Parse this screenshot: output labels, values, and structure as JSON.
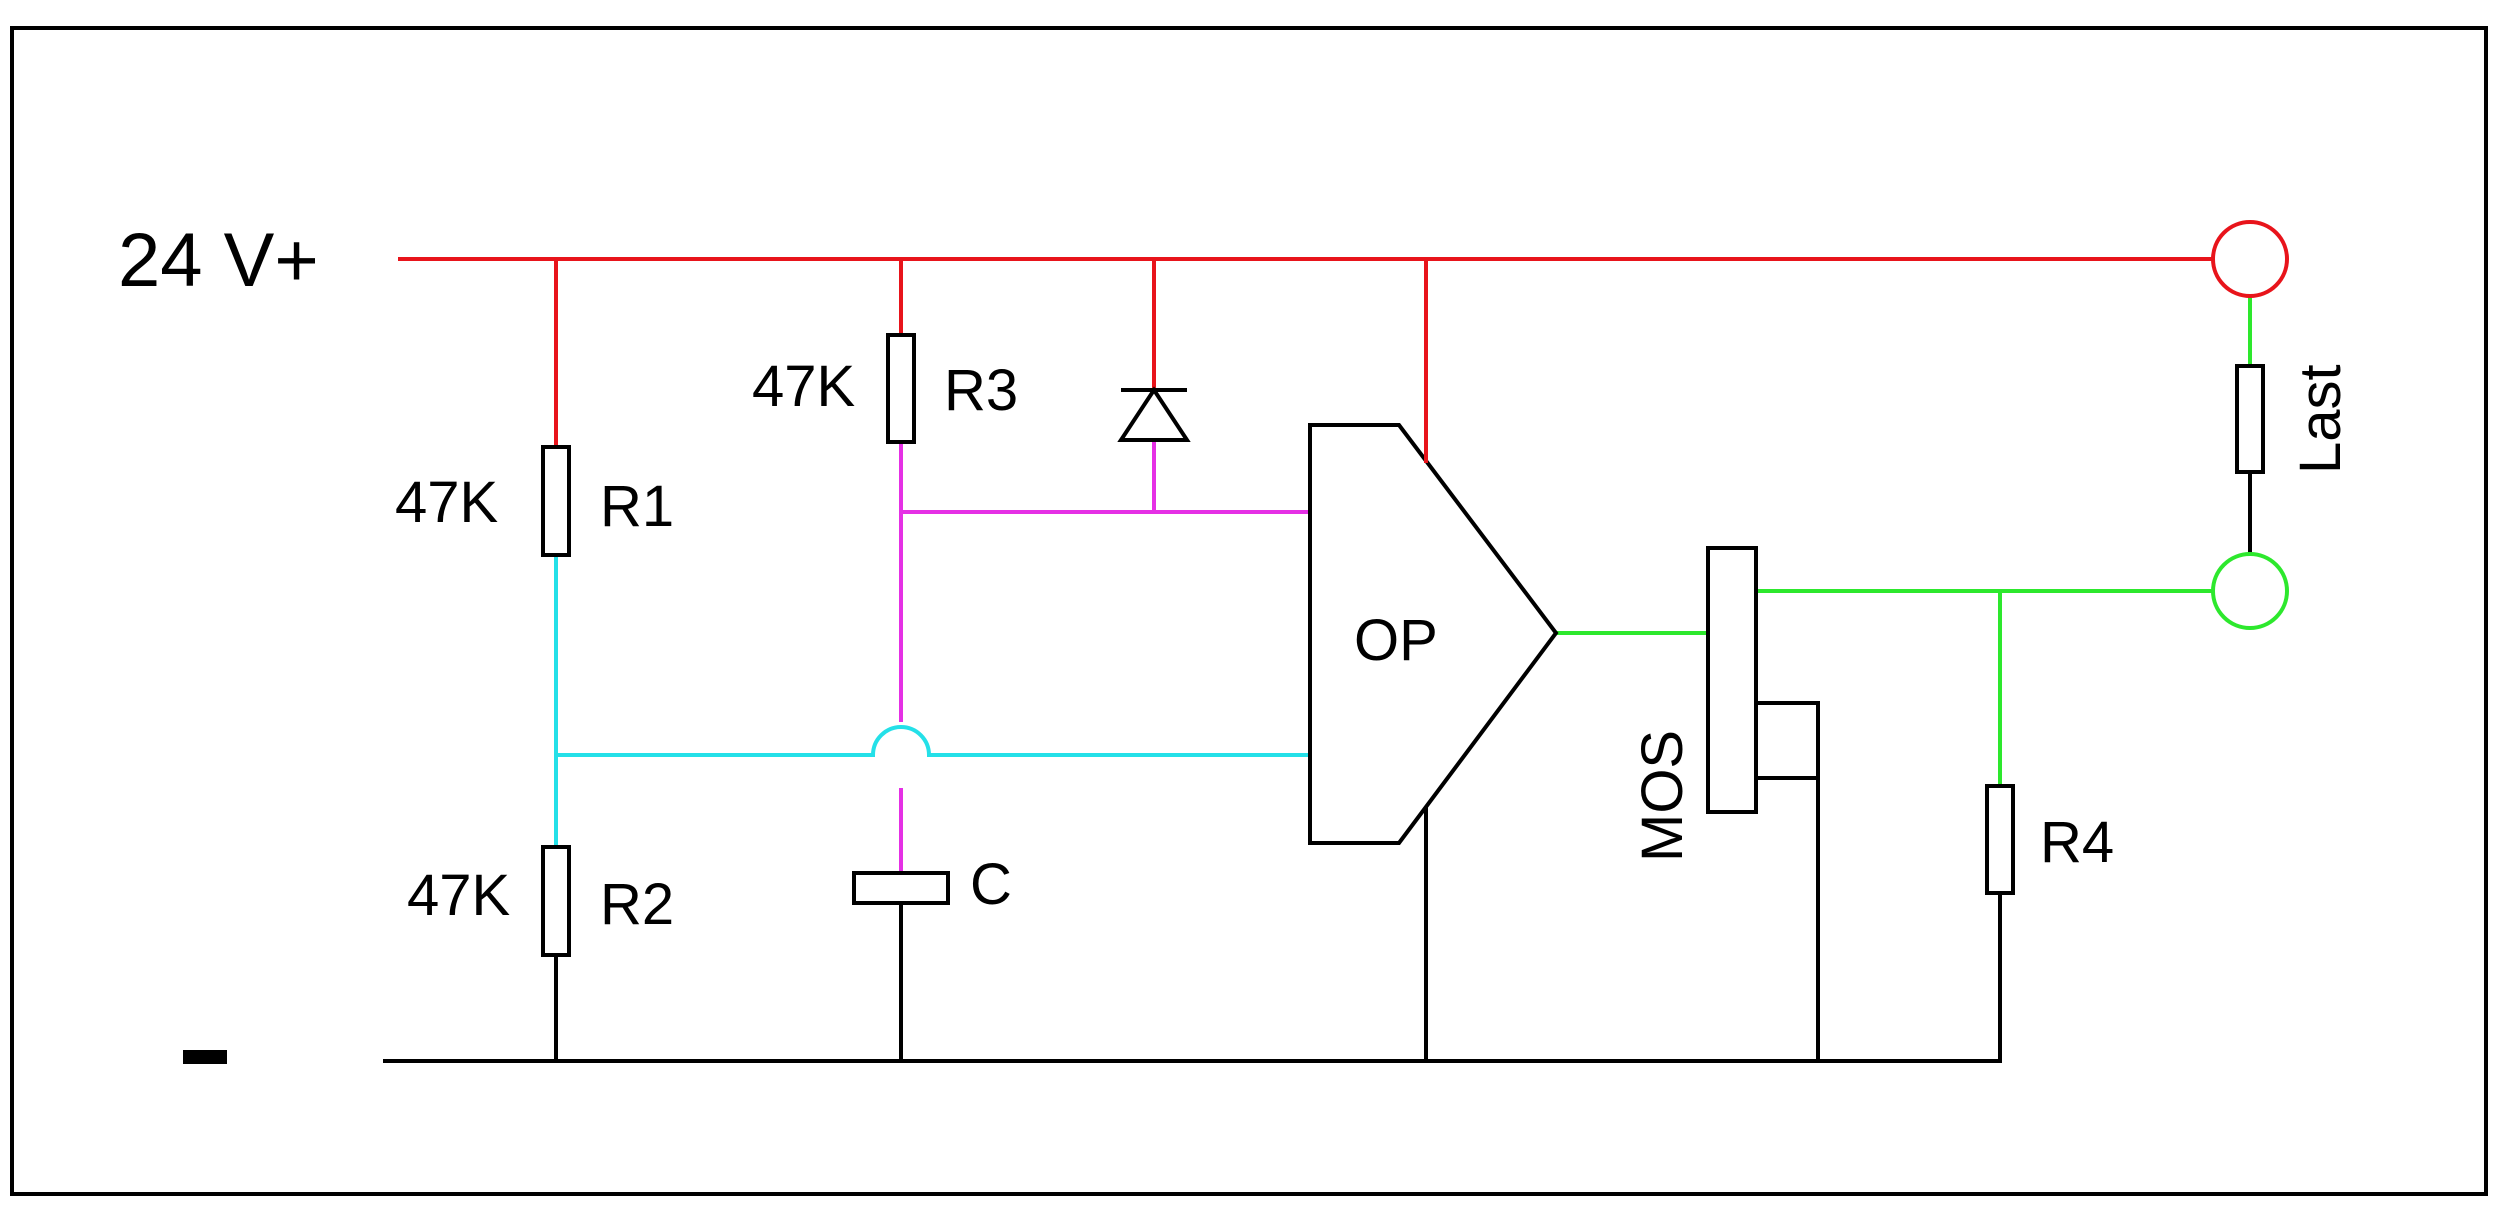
{
  "labels": {
    "supply_positive": "24 V+",
    "supply_negative": "-",
    "r1_value": "47K",
    "r1_name": "R1",
    "r2_value": "47K",
    "r2_name": "R2",
    "r3_value": "47K",
    "r3_name": "R3",
    "capacitor": "C",
    "opamp": "OP",
    "mosfet": "MOS",
    "r4_name": "R4",
    "load": "Last"
  },
  "colors": {
    "supply_rail": "#e8141b",
    "divider_net": "#24e0e8",
    "reference_net": "#e530e5",
    "output_net": "#2de82d",
    "ground": "#000000",
    "frame": "#000000"
  }
}
